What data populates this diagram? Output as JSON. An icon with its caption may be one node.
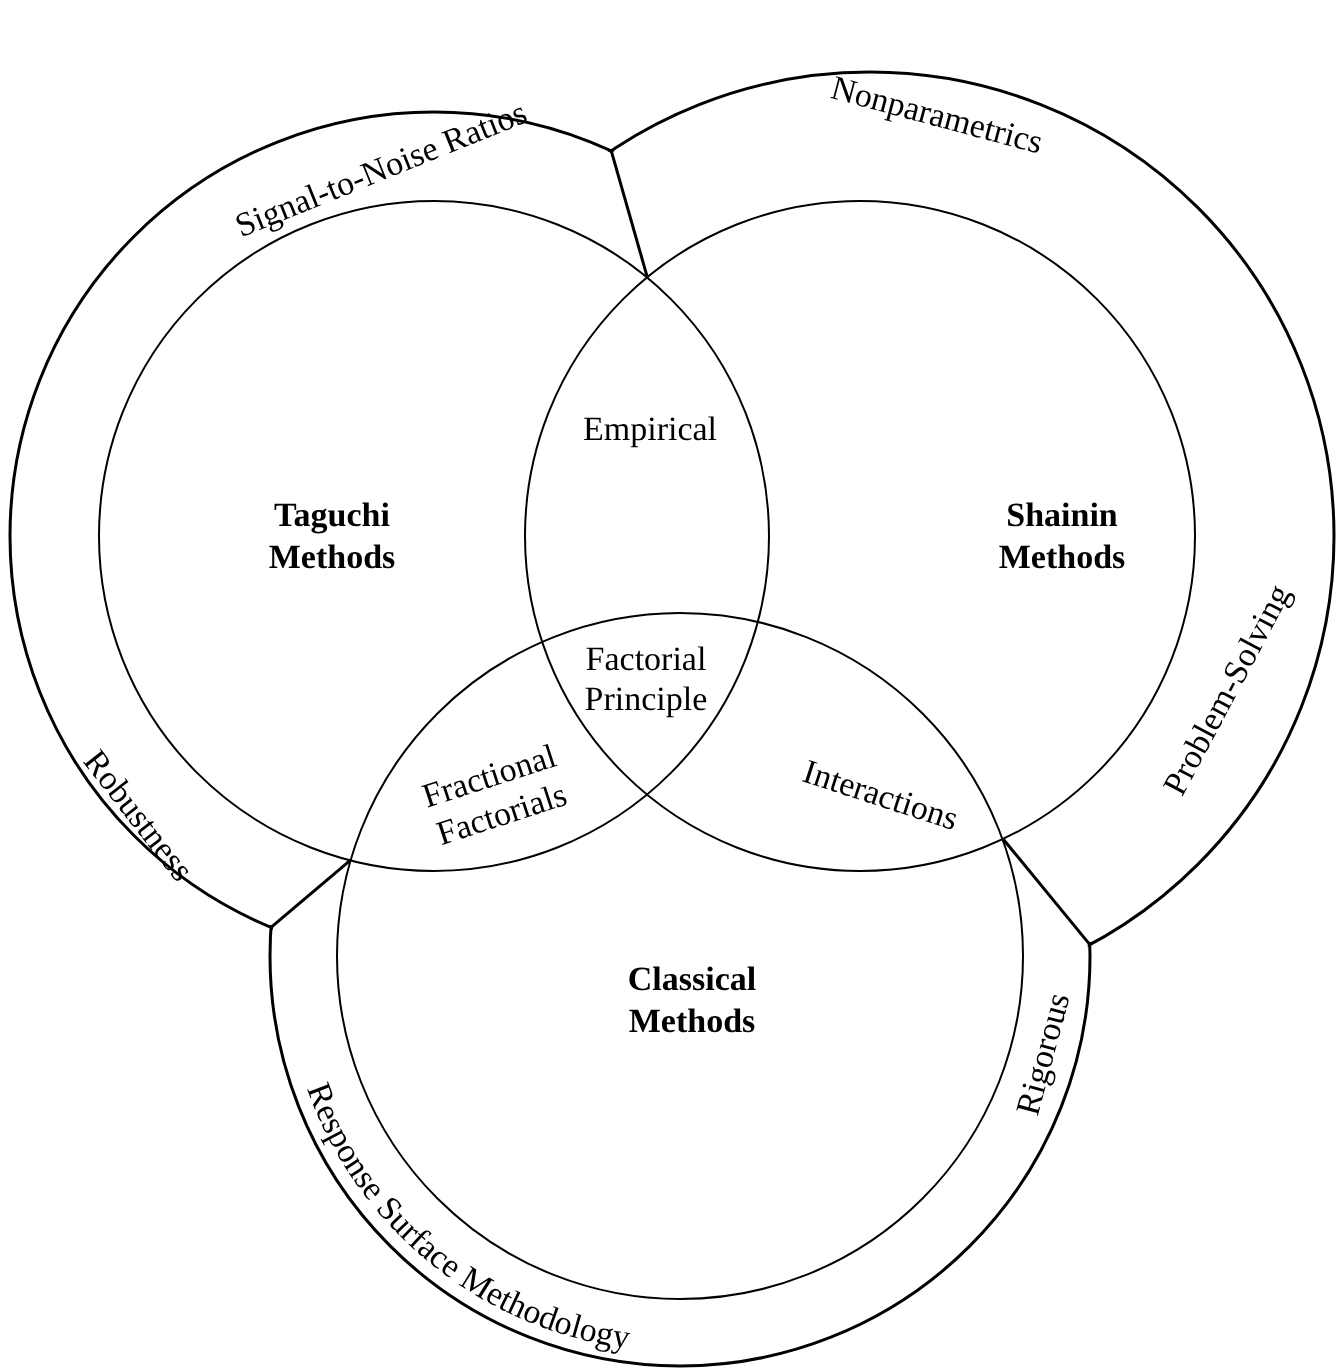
{
  "diagram": {
    "nodes": [
      {
        "text": [
          "Taguchi Methods"
        ]
      },
      {
        "text": [
          "Shainin Methods"
        ]
      },
      {
        "text": [
          "Classical Methods"
        ]
      }
    ],
    "labels": [
      "Signal-to-Noise Ratios",
      "Nonparametrics",
      "Empirical",
      "Factorial Principle",
      "Robustness",
      "Fractional Factorials",
      "Interactions",
      "Problem-Solving",
      "Rigorous",
      "Response Surface Methodology"
    ]
  }
}
